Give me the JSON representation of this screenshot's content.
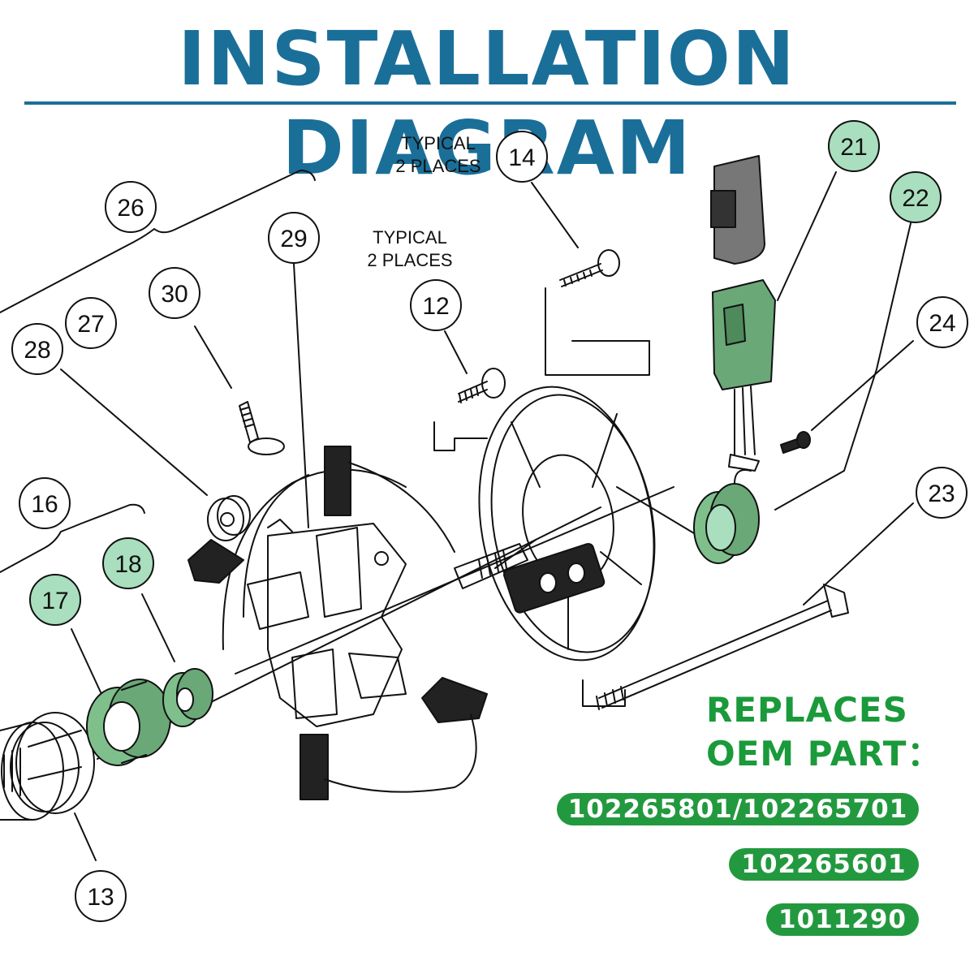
{
  "title": "INSTALLATION DIAGRAM",
  "colors": {
    "title": "#1a6f99",
    "green_text": "#1a9a3a",
    "pill_bg": "#23993f",
    "callout_highlight": "#a9dfbf",
    "part_green": "#7fbf8c",
    "line": "#111111"
  },
  "notes": {
    "typical_14_line1": "TYPICAL",
    "typical_14_line2": "2 PLACES",
    "typical_12_line1": "TYPICAL",
    "typical_12_line2": "2 PLACES"
  },
  "callouts": [
    {
      "id": "c26",
      "label": "26",
      "highlighted": false
    },
    {
      "id": "c29",
      "label": "29",
      "highlighted": false
    },
    {
      "id": "c30",
      "label": "30",
      "highlighted": false
    },
    {
      "id": "c27",
      "label": "27",
      "highlighted": false
    },
    {
      "id": "c28",
      "label": "28",
      "highlighted": false
    },
    {
      "id": "c16",
      "label": "16",
      "highlighted": false
    },
    {
      "id": "c18",
      "label": "18",
      "highlighted": true
    },
    {
      "id": "c17",
      "label": "17",
      "highlighted": true
    },
    {
      "id": "c13",
      "label": "13",
      "highlighted": false
    },
    {
      "id": "c14",
      "label": "14",
      "highlighted": false
    },
    {
      "id": "c12",
      "label": "12",
      "highlighted": false
    },
    {
      "id": "c21",
      "label": "21",
      "highlighted": true
    },
    {
      "id": "c22",
      "label": "22",
      "highlighted": true
    },
    {
      "id": "c24",
      "label": "24",
      "highlighted": false
    },
    {
      "id": "c23",
      "label": "23",
      "highlighted": false
    }
  ],
  "replaces": {
    "line1": "REPLACES",
    "line2": "OEM PART："
  },
  "part_numbers": [
    "102265801/102265701",
    "102265601",
    "1011290"
  ]
}
